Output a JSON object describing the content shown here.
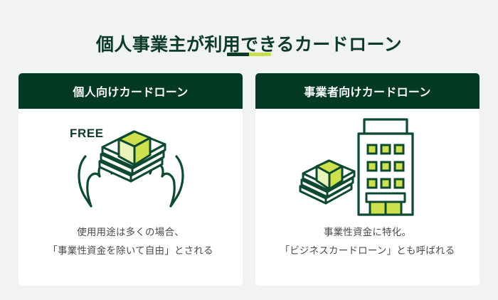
{
  "page": {
    "title": "個人事業主が利用できるカードローン",
    "background_color": "#f1f3f2",
    "title_color": "#0d3b28",
    "divider": {
      "dark_color": "#0d3b28",
      "lime_color": "#c6e04c"
    }
  },
  "cards": [
    {
      "header": "個人向けカードローン",
      "header_bg": "#043a24",
      "illustration": {
        "name": "free-cash-in-hands-illustration",
        "badge_text": "FREE",
        "accent_color": "#c6e04c",
        "outline_color": "#0d4a30"
      },
      "caption_line1": "使用用途は多くの場合、",
      "caption_line2": "「事業性資金を除いて自由」とされる"
    },
    {
      "header": "事業者向けカードローン",
      "header_bg": "#043a24",
      "illustration": {
        "name": "cash-and-office-building-illustration",
        "accent_color": "#c6e04c",
        "outline_color": "#0d4a30"
      },
      "caption_line1": "事業性資金に特化。",
      "caption_line2": "「ビジネスカードローン」とも呼ばれる"
    }
  ]
}
